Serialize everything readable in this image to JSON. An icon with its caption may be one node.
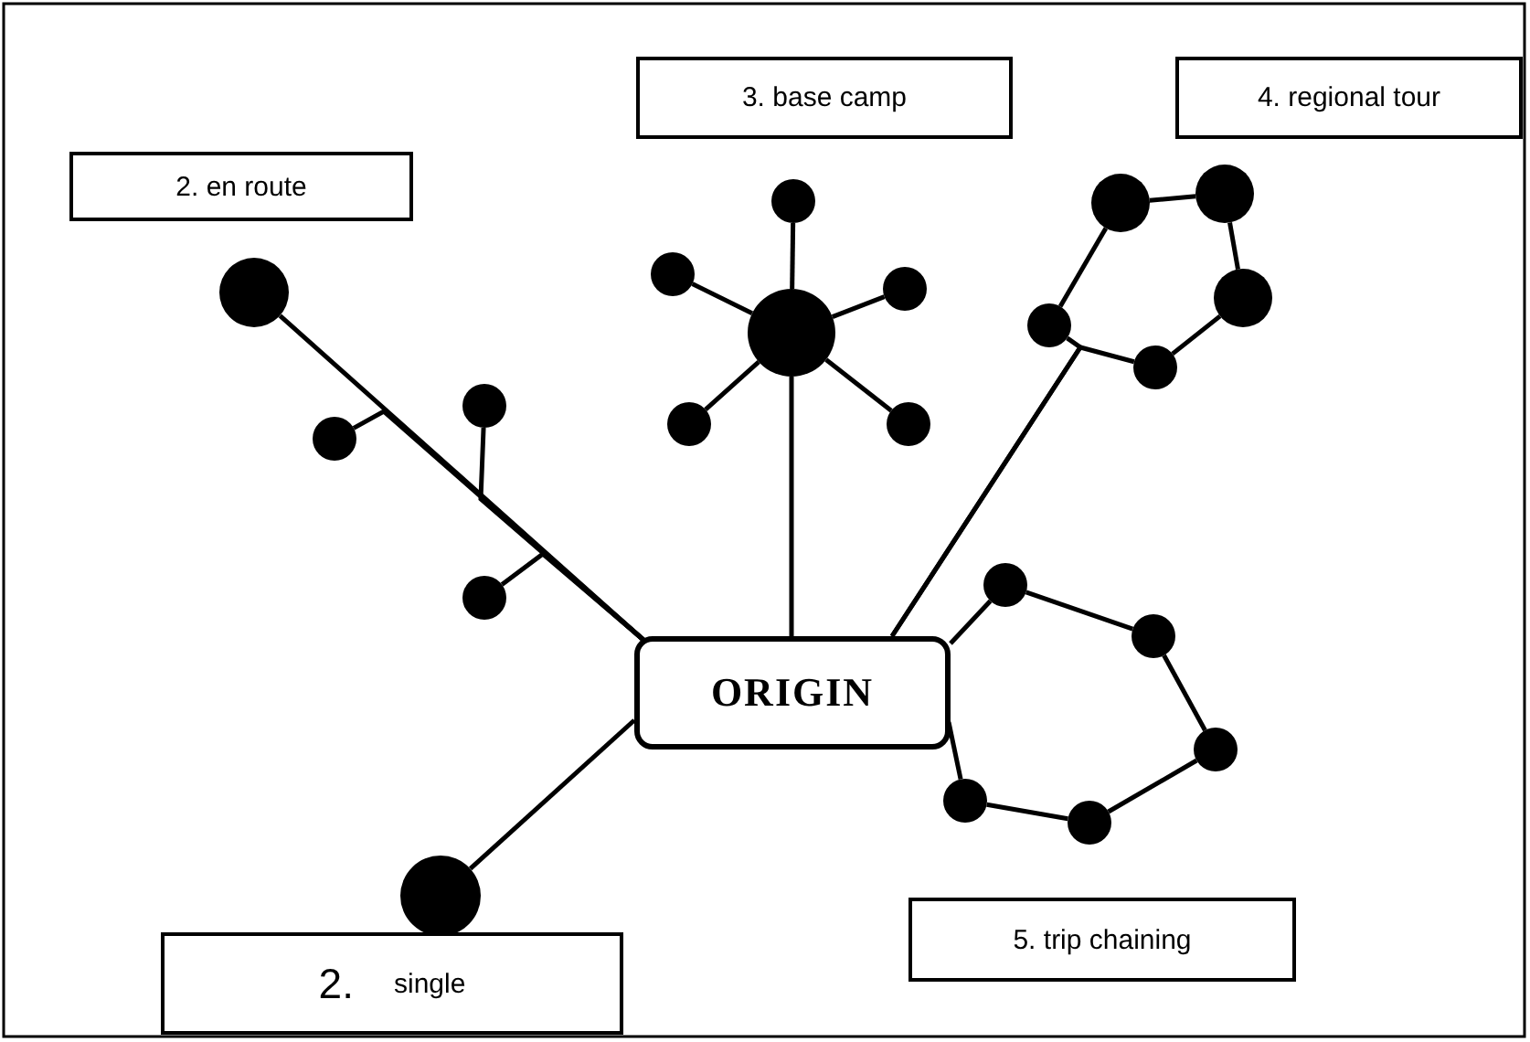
{
  "diagram": {
    "nodes": [
      {
        "text": [
          "2. en route"
        ]
      },
      {
        "text": [
          "3. base camp"
        ]
      },
      {
        "text": [
          "4. regional tour"
        ]
      },
      {
        "text": [
          "ORIGIN"
        ]
      },
      {
        "text": [
          "5. trip chaining"
        ]
      },
      {
        "text": [
          "2.",
          "single"
        ]
      },
      {
        "text": [],
        "shape": "circle"
      },
      {
        "text": [],
        "shape": "circle"
      },
      {
        "text": [],
        "shape": "circle"
      },
      {
        "text": [],
        "shape": "circle"
      },
      {
        "text": [],
        "shape": "circle"
      },
      {
        "text": [],
        "shape": "circle"
      },
      {
        "text": [],
        "shape": "circle"
      },
      {
        "text": [],
        "shape": "circle"
      },
      {
        "text": [],
        "shape": "circle"
      },
      {
        "text": [],
        "shape": "circle"
      },
      {
        "text": [],
        "shape": "circle"
      },
      {
        "text": [],
        "shape": "circle"
      },
      {
        "text": [],
        "shape": "circle"
      },
      {
        "text": [],
        "shape": "circle"
      },
      {
        "text": [],
        "shape": "circle"
      },
      {
        "text": [],
        "shape": "circle"
      },
      {
        "text": [],
        "shape": "circle"
      },
      {
        "text": [],
        "shape": "circle"
      },
      {
        "text": [],
        "shape": "circle"
      },
      {
        "text": [],
        "shape": "circle"
      },
      {
        "text": [],
        "shape": "circle"
      }
    ],
    "edges": [
      {
        "from": 3,
        "to": 6,
        "arrow": "none"
      },
      {
        "from": 3,
        "to": 7,
        "arrow": "none"
      },
      {
        "from": 3,
        "to": 8,
        "arrow": "none"
      },
      {
        "from": 3,
        "to": 9,
        "arrow": "none"
      },
      {
        "from": 3,
        "to": 13,
        "arrow": "none"
      },
      {
        "from": 13,
        "to": 10,
        "arrow": "none"
      },
      {
        "from": 13,
        "to": 11,
        "arrow": "none"
      },
      {
        "from": 13,
        "to": 12,
        "arrow": "none"
      },
      {
        "from": 13,
        "to": 14,
        "arrow": "none"
      },
      {
        "from": 13,
        "to": 15,
        "arrow": "none"
      },
      {
        "from": 3,
        "to": 16,
        "arrow": "none"
      },
      {
        "from": 3,
        "to": 20,
        "arrow": "none"
      },
      {
        "from": 16,
        "to": 17,
        "arrow": "none"
      },
      {
        "from": 17,
        "to": 18,
        "arrow": "none"
      },
      {
        "from": 18,
        "to": 19,
        "arrow": "none"
      },
      {
        "from": 19,
        "to": 20,
        "arrow": "none"
      },
      {
        "from": 3,
        "to": 21,
        "arrow": "none"
      },
      {
        "from": 21,
        "to": 22,
        "arrow": "none"
      },
      {
        "from": 22,
        "to": 23,
        "arrow": "none"
      },
      {
        "from": 23,
        "to": 24,
        "arrow": "none"
      },
      {
        "from": 24,
        "to": 25,
        "arrow": "none"
      },
      {
        "from": 25,
        "to": 3,
        "arrow": "none"
      },
      {
        "from": 3,
        "to": 26,
        "arrow": "none"
      }
    ]
  }
}
